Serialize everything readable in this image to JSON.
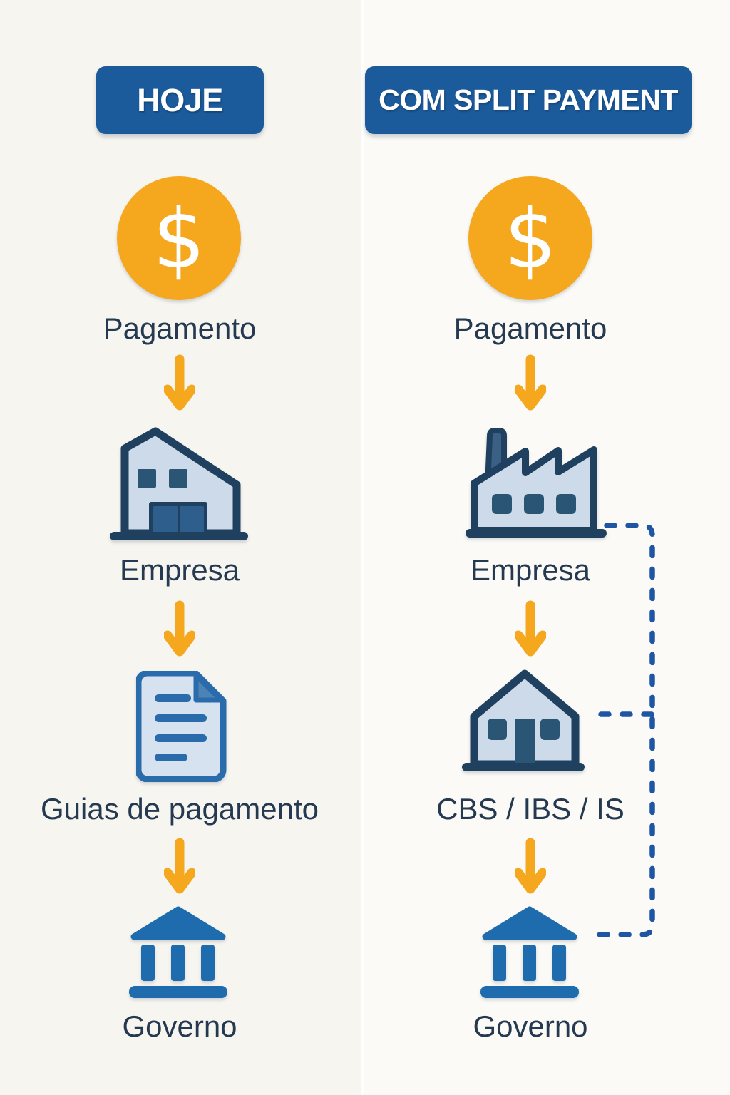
{
  "diagram": {
    "currency_symbol": "$",
    "left": {
      "header": "HOJE",
      "steps": [
        {
          "label": "Pagamento",
          "icon": "dollar-coin"
        },
        {
          "label": "Empresa",
          "icon": "warehouse-building"
        },
        {
          "label": "Guias de pagamento",
          "icon": "payment-document"
        },
        {
          "label": "Governo",
          "icon": "government-bank"
        }
      ]
    },
    "right": {
      "header": "COM SPLIT PAYMENT",
      "steps": [
        {
          "label": "Pagamento",
          "icon": "dollar-coin"
        },
        {
          "label": "Empresa",
          "icon": "factory-building"
        },
        {
          "label": "CBS / IBS / IS",
          "icon": "tax-house"
        },
        {
          "label": "Governo",
          "icon": "government-bank"
        }
      ]
    }
  },
  "colors": {
    "bg_left": "#f7f5f0",
    "bg_right": "#fbfaf6",
    "badge_blue": "#1b5a9b",
    "accent_orange": "#f5a71d",
    "bank_blue": "#1e6bad",
    "outline_navy": "#20405f",
    "icon_fill": "#cddaea",
    "window_navy": "#2a5574",
    "door_panel": "#2e5f8c",
    "chimney_slate": "#3a6085",
    "document_blue": "#2a6cab",
    "document_fold": "#4d82b6",
    "dash_blue": "#1e56a4",
    "text_navy": "#253a50"
  }
}
